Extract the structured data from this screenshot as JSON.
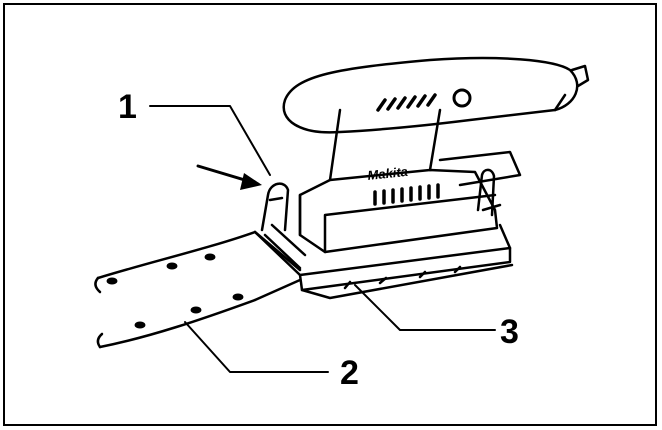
{
  "figure": {
    "brand": "Makita",
    "callouts": [
      {
        "id": "1",
        "label": "1"
      },
      {
        "id": "2",
        "label": "2"
      },
      {
        "id": "3",
        "label": "3"
      }
    ]
  },
  "colors": {
    "ink": "#000000",
    "paper": "#ffffff",
    "grip_shading": "#111111"
  }
}
